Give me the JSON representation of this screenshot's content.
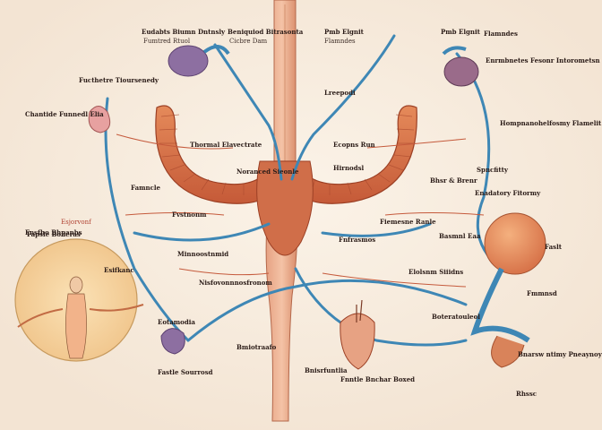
{
  "labels": {
    "top_left_1": "Eudabts Biumn Dntnsly",
    "top_left_2": "Fumtred Rtuol",
    "top_center": "Beniquiod Bitrasonta",
    "top_center_2": "Cicbre Dam",
    "top_right_1": "Pmb Elgnit",
    "top_right_2": "Flamndes",
    "right_1": "Enrmbnetes Fesonr Intorometsn Fonsey",
    "left_1": "Fucthetre Tioursenedy",
    "left_2": "Chantide Funnedl Elia",
    "center_1": "Lreepodi",
    "center_2": "Thormal Elavectrate",
    "center_3": "Ecopns Run",
    "center_4": "Hirnodsl",
    "center_5": "Noranced Sieonle",
    "right_2": "Hompnanohelfosmy Flamelit",
    "right_3": "Spncfitty",
    "right_4": "Bhsr & Brenr",
    "right_5": "Enadatory Fitormy",
    "left_3": "Famncle",
    "left_4": "Fvstnonm",
    "left_5": "Esjorvonf",
    "left_6": "Fapsle Boneras",
    "left_7": "Minnoostnmid",
    "left_8": "Nisfovonnnosfronom",
    "bottom_left": "Eotamodia",
    "bottom_left_2": "Bmiotraafo",
    "bottom_center": "Fastle Sourrosd",
    "bottom_center_2": "Bnisrfuntlia",
    "bottom_center_3": "Fnntle Bnchar Boxed",
    "bottom_right": "Bnarsw ntimy Pneaynoy",
    "bottom_right_2": "Rhssc",
    "right_ball": "Faslt",
    "right_ball_2": "Fmmnsd",
    "mid_right": "Fiemesne Ranle",
    "mid_right_2": "Basmnl Eaa",
    "lower_mid": "Fnfrasmos",
    "lower_mid_2": "Elolsnm Siiidns",
    "lower_mid_3": "Boteratouleol",
    "far_left": "Fnsfho Bhpanbs",
    "far_left_2": "Esifkanc"
  }
}
